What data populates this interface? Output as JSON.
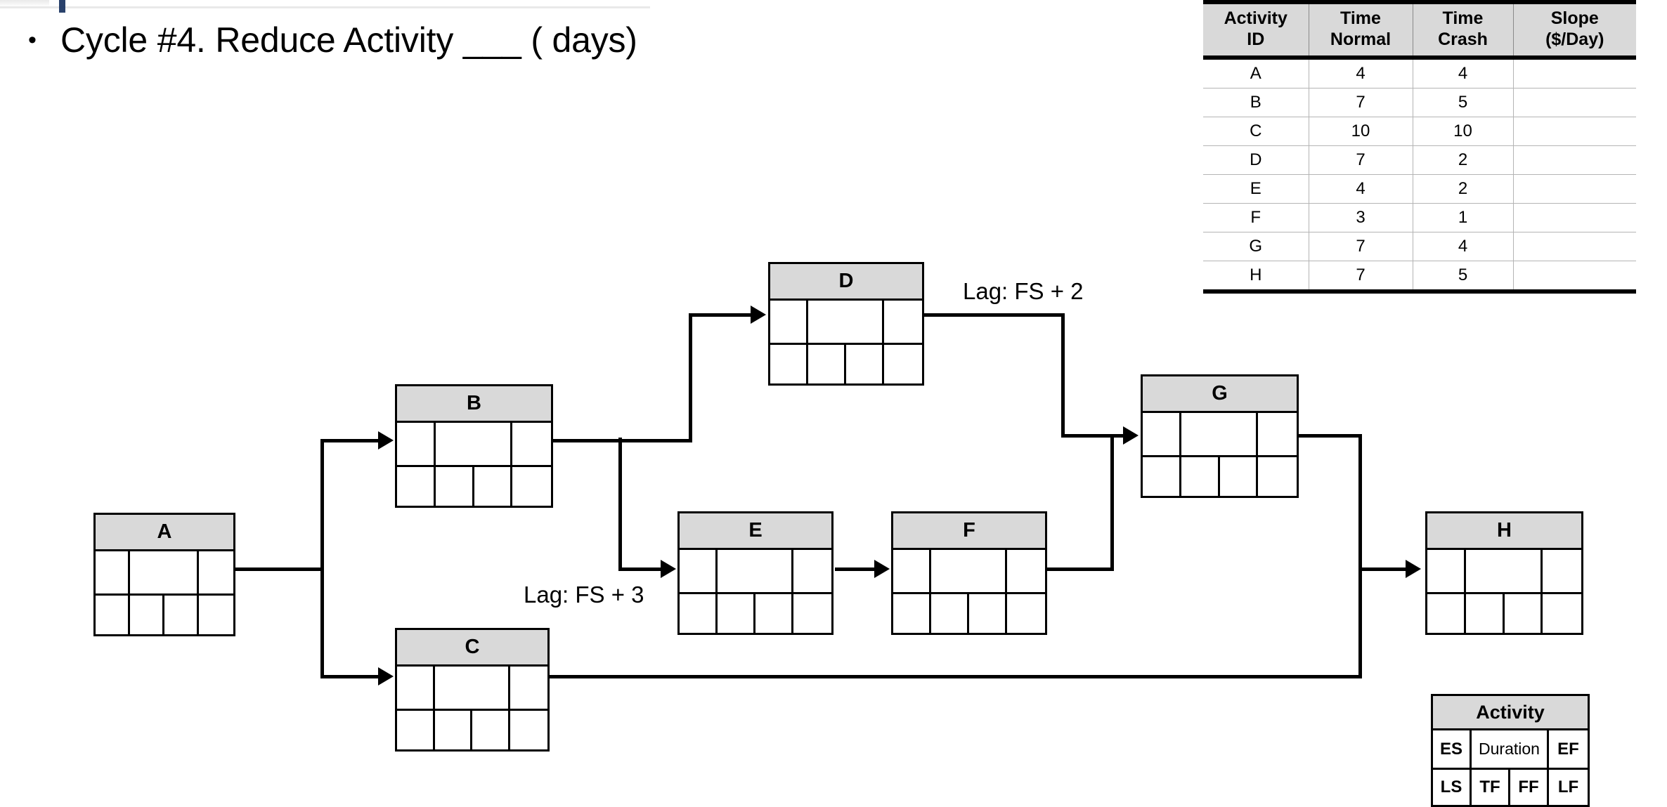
{
  "heading": {
    "bullet": "•",
    "text": "Cycle #4. Reduce Activity ___ (        days)"
  },
  "crash_table": {
    "headers": [
      "Activity ID",
      "Time Normal",
      "Time Crash",
      "Slope ($/Day)"
    ],
    "headers_line1": [
      "Activity",
      "Time",
      "Time",
      "Slope"
    ],
    "headers_line2": [
      "ID",
      "Normal",
      "Crash",
      "($/Day)"
    ],
    "rows": [
      {
        "id": "A",
        "time_normal": "4",
        "time_crash": "4",
        "slope": ""
      },
      {
        "id": "B",
        "time_normal": "7",
        "time_crash": "5",
        "slope": ""
      },
      {
        "id": "C",
        "time_normal": "10",
        "time_crash": "10",
        "slope": ""
      },
      {
        "id": "D",
        "time_normal": "7",
        "time_crash": "2",
        "slope": ""
      },
      {
        "id": "E",
        "time_normal": "4",
        "time_crash": "2",
        "slope": ""
      },
      {
        "id": "F",
        "time_normal": "3",
        "time_crash": "1",
        "slope": ""
      },
      {
        "id": "G",
        "time_normal": "7",
        "time_crash": "4",
        "slope": ""
      },
      {
        "id": "H",
        "time_normal": "7",
        "time_crash": "5",
        "slope": ""
      }
    ]
  },
  "network": {
    "nodes": [
      {
        "id": "A",
        "label": "A",
        "es": "",
        "duration": "",
        "ef": "",
        "ls": "",
        "tf": "",
        "ff": "",
        "lf": ""
      },
      {
        "id": "B",
        "label": "B",
        "es": "",
        "duration": "",
        "ef": "",
        "ls": "",
        "tf": "",
        "ff": "",
        "lf": ""
      },
      {
        "id": "C",
        "label": "C",
        "es": "",
        "duration": "",
        "ef": "",
        "ls": "",
        "tf": "",
        "ff": "",
        "lf": ""
      },
      {
        "id": "D",
        "label": "D",
        "es": "",
        "duration": "",
        "ef": "",
        "ls": "",
        "tf": "",
        "ff": "",
        "lf": ""
      },
      {
        "id": "E",
        "label": "E",
        "es": "",
        "duration": "",
        "ef": "",
        "ls": "",
        "tf": "",
        "ff": "",
        "lf": ""
      },
      {
        "id": "F",
        "label": "F",
        "es": "",
        "duration": "",
        "ef": "",
        "ls": "",
        "tf": "",
        "ff": "",
        "lf": ""
      },
      {
        "id": "G",
        "label": "G",
        "es": "",
        "duration": "",
        "ef": "",
        "ls": "",
        "tf": "",
        "ff": "",
        "lf": ""
      },
      {
        "id": "H",
        "label": "H",
        "es": "",
        "duration": "",
        "ef": "",
        "ls": "",
        "tf": "",
        "ff": "",
        "lf": ""
      }
    ],
    "lags": [
      {
        "id": "b-e",
        "label": "Lag: FS + 3"
      },
      {
        "id": "d-g",
        "label": "Lag: FS + 2"
      }
    ]
  },
  "legend": {
    "title": "Activity",
    "es": "ES",
    "duration": "Duration",
    "ef": "EF",
    "ls": "LS",
    "tf": "TF",
    "ff": "FF",
    "lf": "LF"
  },
  "colors": {
    "node_header": "#d9d9d9",
    "table_header": "#d9d9d9",
    "line": "#000000",
    "background": "#ffffff"
  }
}
